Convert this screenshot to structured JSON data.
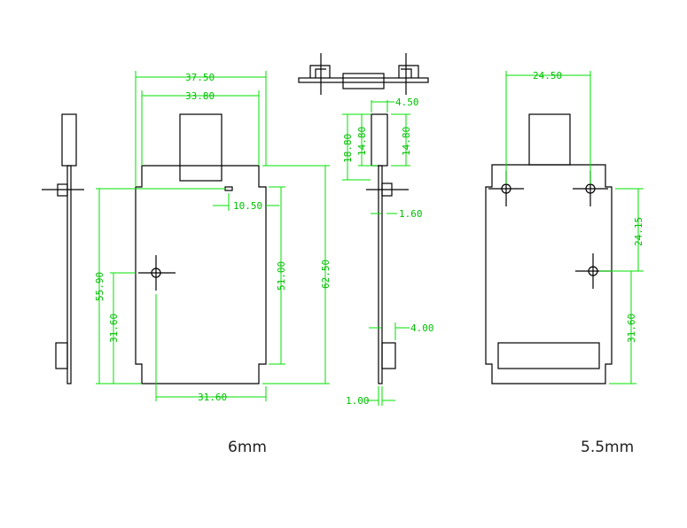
{
  "dimension_color": "#00e000",
  "outline_color": "#000000",
  "views": {
    "six_mm": {
      "caption": "6mm",
      "dims": {
        "width_outer": "37.50",
        "width_inner": "33.80",
        "offset_small": "10.50",
        "height_inner": "51.00",
        "height_total": "62.50",
        "hole_from_top_ref": "55.90",
        "hole_height": "31.60",
        "hole_horizontal": "31.60"
      }
    },
    "side": {
      "dims": {
        "top_thickness": "4.50",
        "connector_height": "18.80",
        "module_height_left": "14.80",
        "module_height_right": "14.80",
        "connector_offset": "1.60",
        "bottom_block": "4.00",
        "board_thickness": "1.00"
      }
    },
    "five_five_mm": {
      "caption": "5.5mm",
      "dims": {
        "hole_spacing": "24.50",
        "hole_vertical": "24.15",
        "hole_height": "31.60"
      }
    }
  }
}
